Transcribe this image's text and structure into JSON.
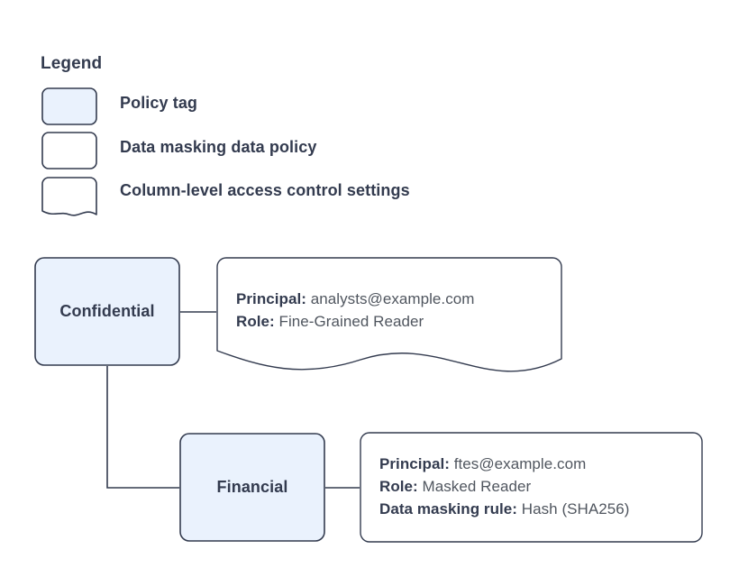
{
  "legend": {
    "title": "Legend",
    "items": [
      {
        "shape": "rounded-rect-filled",
        "label": "Policy tag"
      },
      {
        "shape": "rounded-rect-outline",
        "label": "Data masking data policy"
      },
      {
        "shape": "document-wave",
        "label": "Column-level access control settings"
      }
    ]
  },
  "diagram": {
    "nodes": [
      {
        "id": "confidential",
        "label": "Confidential"
      },
      {
        "id": "financial",
        "label": "Financial"
      }
    ],
    "callouts": [
      {
        "id": "confidential-access",
        "shape": "document-wave",
        "lines": [
          {
            "label": "Principal:",
            "value": "analysts@example.com"
          },
          {
            "label": "Role:",
            "value": "Fine-Grained Reader"
          }
        ]
      },
      {
        "id": "financial-policy",
        "shape": "rounded-rect-outline",
        "lines": [
          {
            "label": "Principal:",
            "value": "ftes@example.com"
          },
          {
            "label": "Role:",
            "value": "Masked Reader"
          },
          {
            "label": "Data masking rule:",
            "value": "Hash (SHA256)"
          }
        ]
      }
    ],
    "edges": [
      {
        "from": "confidential",
        "to": "confidential-access"
      },
      {
        "from": "confidential",
        "to": "financial"
      },
      {
        "from": "financial",
        "to": "financial-policy"
      }
    ]
  },
  "colors": {
    "tag_fill": "#eaf2fd",
    "tag_stroke": "#333b4f",
    "box_fill": "#ffffff",
    "box_stroke": "#333b4f",
    "text_strong": "#333b4f",
    "text_normal": "#50565f",
    "edge": "#333b4f",
    "background": "#ffffff"
  }
}
